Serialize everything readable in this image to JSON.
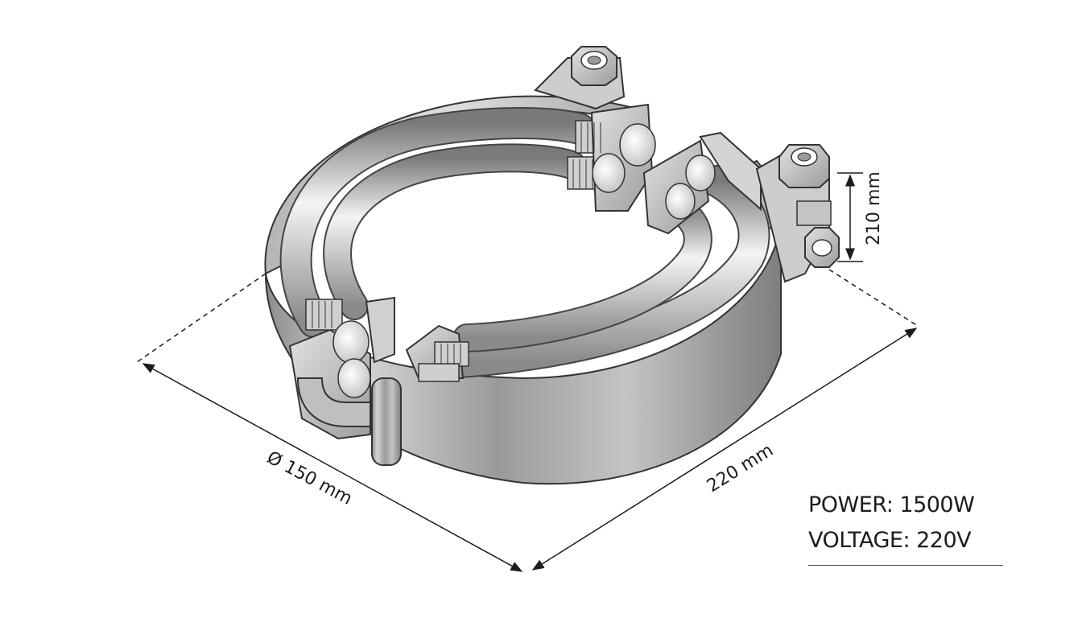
{
  "dimensions": {
    "diameter": "Ø 150 mm",
    "length": "220 mm",
    "height": "210 mm"
  },
  "specs": {
    "power": "POWER: 1500W",
    "voltage": "VOLTAGE: 220V"
  }
}
